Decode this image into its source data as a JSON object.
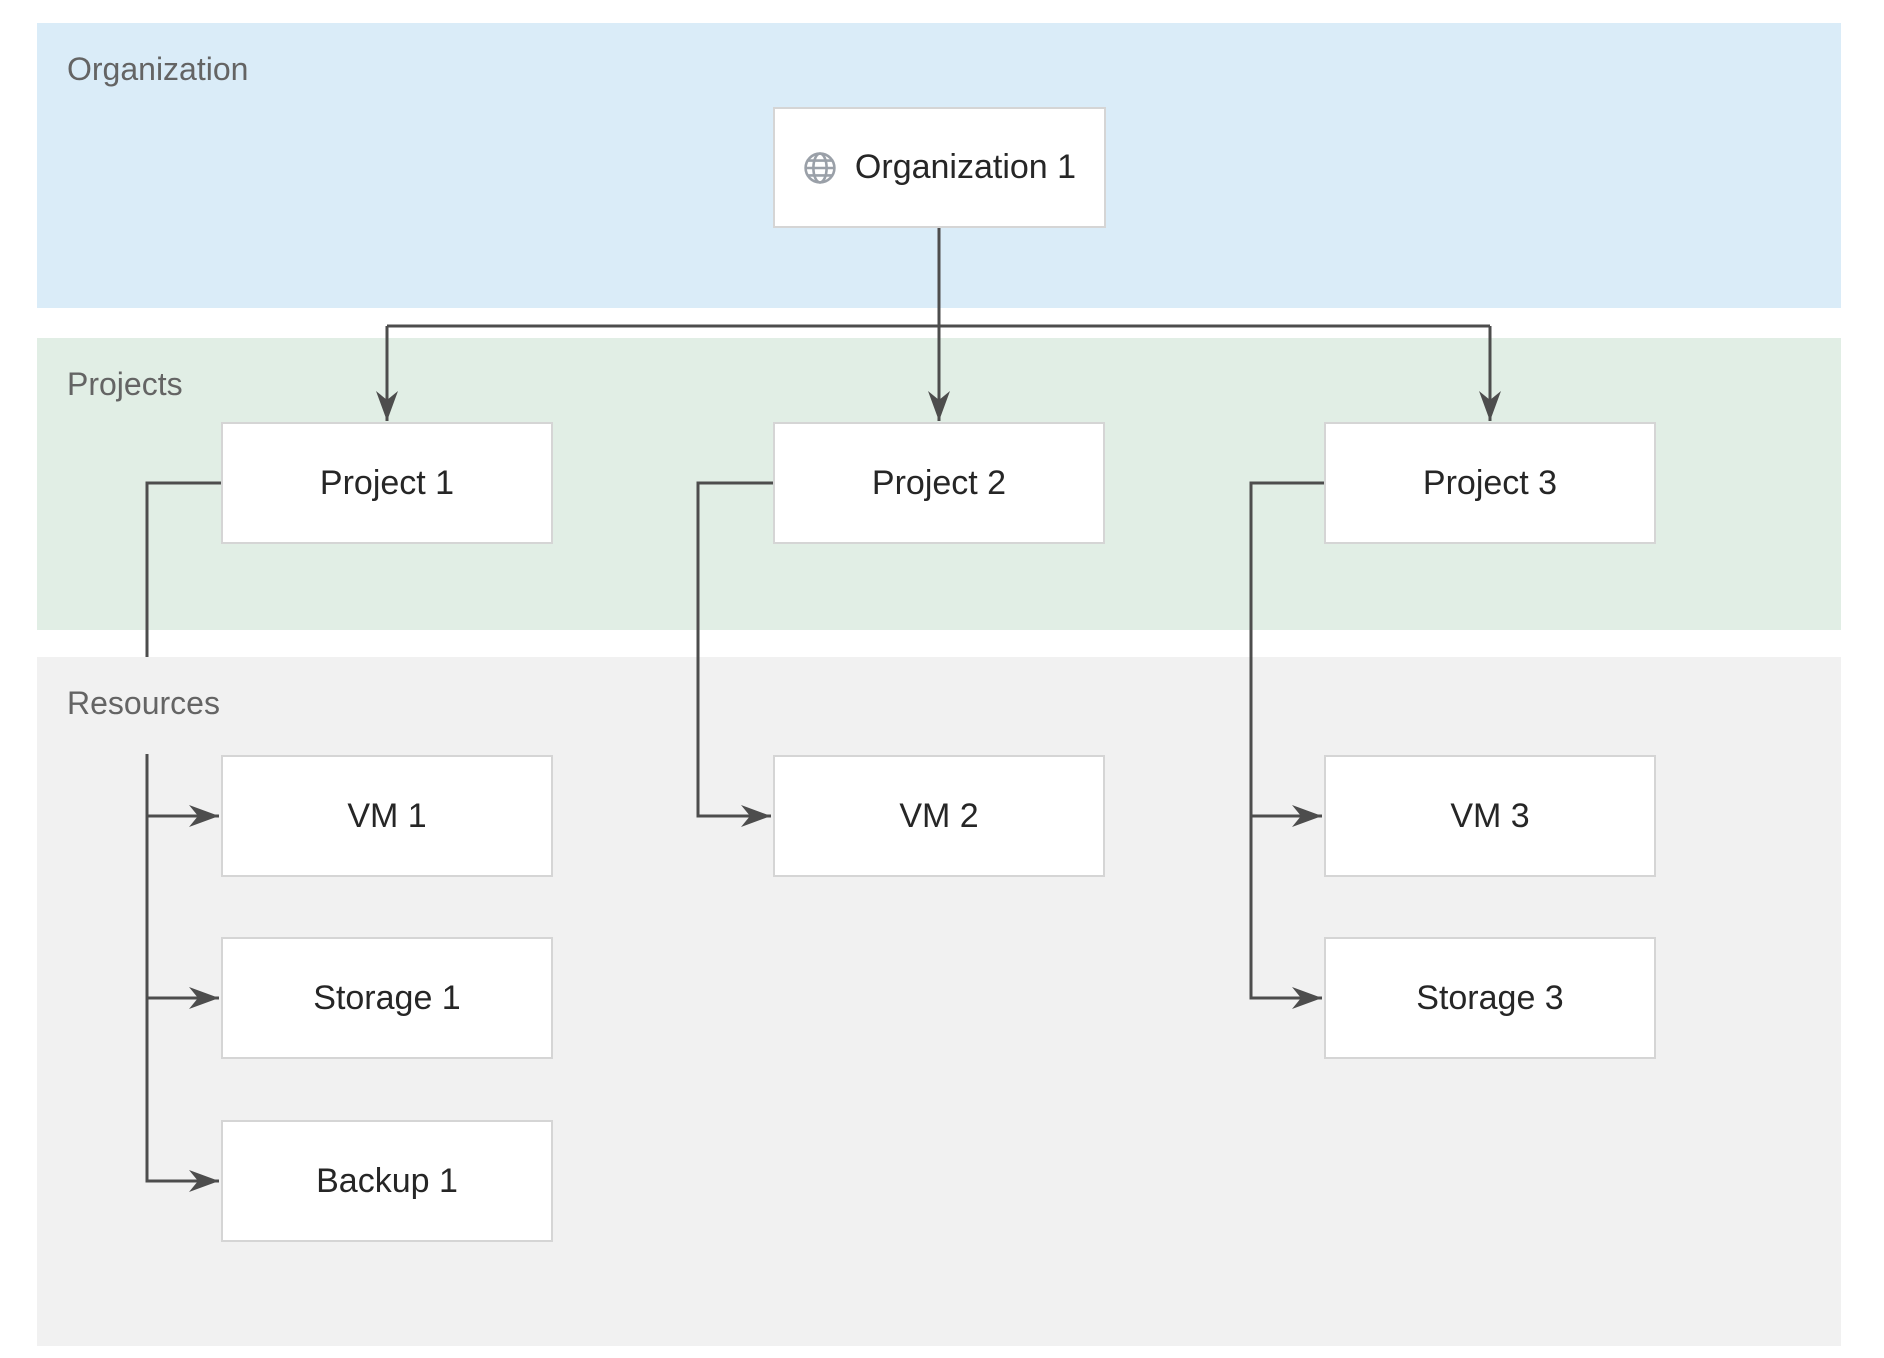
{
  "colors": {
    "background": "#ffffff",
    "band_organization_fill": "#daecf8",
    "band_projects_fill": "#e1eee5",
    "band_resources_fill": "#f1f1f1",
    "band_label_color": "#646464",
    "node_fill": "#ffffff",
    "node_border": "#d5d5d5",
    "node_text": "#262626",
    "connector": "#4d4d4d",
    "globe_icon_color": "#9aa0a8"
  },
  "bands": {
    "organization": {
      "label": "Organization"
    },
    "projects": {
      "label": "Projects"
    },
    "resources": {
      "label": "Resources"
    }
  },
  "nodes": {
    "organization1": {
      "label": "Organization 1",
      "icon": "globe-icon"
    },
    "project1": {
      "label": "Project 1"
    },
    "project2": {
      "label": "Project 2"
    },
    "project3": {
      "label": "Project 3"
    },
    "vm1": {
      "label": "VM 1"
    },
    "storage1": {
      "label": "Storage 1"
    },
    "backup1": {
      "label": "Backup 1"
    },
    "vm2": {
      "label": "VM 2"
    },
    "vm3": {
      "label": "VM 3"
    },
    "storage3": {
      "label": "Storage 3"
    }
  },
  "edges": [
    {
      "from": "Organization 1",
      "to": "Project 1"
    },
    {
      "from": "Organization 1",
      "to": "Project 2"
    },
    {
      "from": "Organization 1",
      "to": "Project 3"
    },
    {
      "from": "Project 1",
      "to": "VM 1"
    },
    {
      "from": "Project 1",
      "to": "Storage 1"
    },
    {
      "from": "Project 1",
      "to": "Backup 1"
    },
    {
      "from": "Project 2",
      "to": "VM 2"
    },
    {
      "from": "Project 3",
      "to": "VM 3"
    },
    {
      "from": "Project 3",
      "to": "Storage 3"
    }
  ]
}
